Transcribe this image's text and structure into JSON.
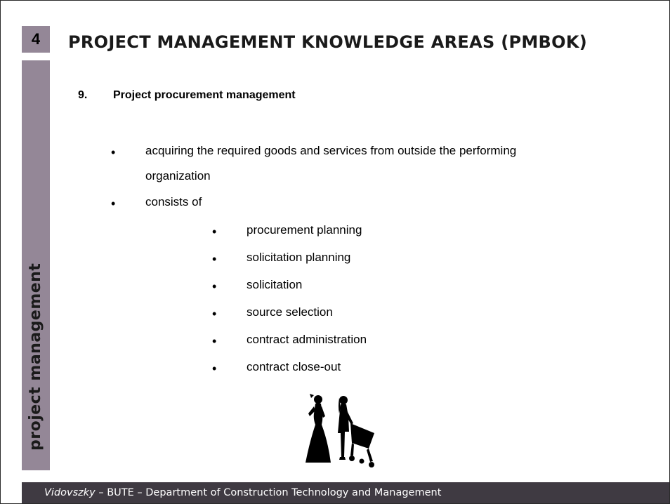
{
  "slide": {
    "number": "4",
    "title": "PROJECT MANAGEMENT KNOWLEDGE AREAS (PMBOK)",
    "sidebar_label": "project management"
  },
  "section": {
    "number": "9.",
    "title": "Project procurement management"
  },
  "bullets": {
    "item1_line1": "acquiring the required goods and services from outside the performing",
    "item1_line2": "organization",
    "item2": "consists of"
  },
  "sub_bullets": [
    "procurement planning",
    "solicitation planning",
    "solicitation",
    "source selection",
    "contract administration",
    "contract close-out"
  ],
  "bullet_symbol": "•",
  "footer": {
    "author": "Vidovszky",
    "rest": " – BUTE – Department of Construction Technology and Management"
  },
  "illustration": {
    "icon": "shopping-women-silhouette-icon",
    "color": "#000000"
  },
  "colors": {
    "sidebar": "#948797",
    "footer": "#3f3a42"
  }
}
